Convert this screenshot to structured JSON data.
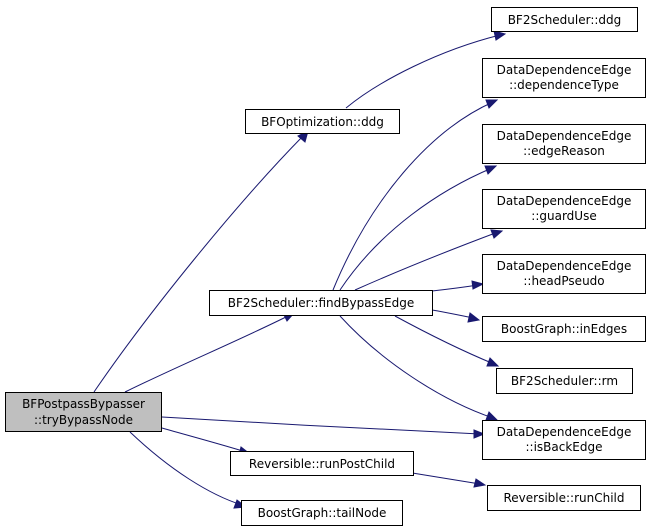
{
  "graph": {
    "nodes": {
      "root_line1": "BFPostpassBypasser",
      "root_line2": "::tryBypassNode",
      "bfopt_ddg": "BFOptimization::ddg",
      "bf2_ddg": "BF2Scheduler::ddg",
      "find_bypass": "BF2Scheduler::findBypassEdge",
      "dde_dep_line1": "DataDependenceEdge",
      "dde_dep_line2": "::dependenceType",
      "dde_edge_line1": "DataDependenceEdge",
      "dde_edge_line2": "::edgeReason",
      "dde_guard_line1": "DataDependenceEdge",
      "dde_guard_line2": "::guardUse",
      "dde_head_line1": "DataDependenceEdge",
      "dde_head_line2": "::headPseudo",
      "bg_inedges": "BoostGraph::inEdges",
      "bf2_rm": "BF2Scheduler::rm",
      "dde_back_line1": "DataDependenceEdge",
      "dde_back_line2": "::isBackEdge",
      "rev_postchild": "Reversible::runPostChild",
      "rev_child": "Reversible::runChild",
      "bg_tail": "BoostGraph::tailNode"
    },
    "colors": {
      "edge": "#191970",
      "root_fill": "#bfbfbf",
      "node_fill": "#ffffff",
      "border": "#000000"
    }
  }
}
